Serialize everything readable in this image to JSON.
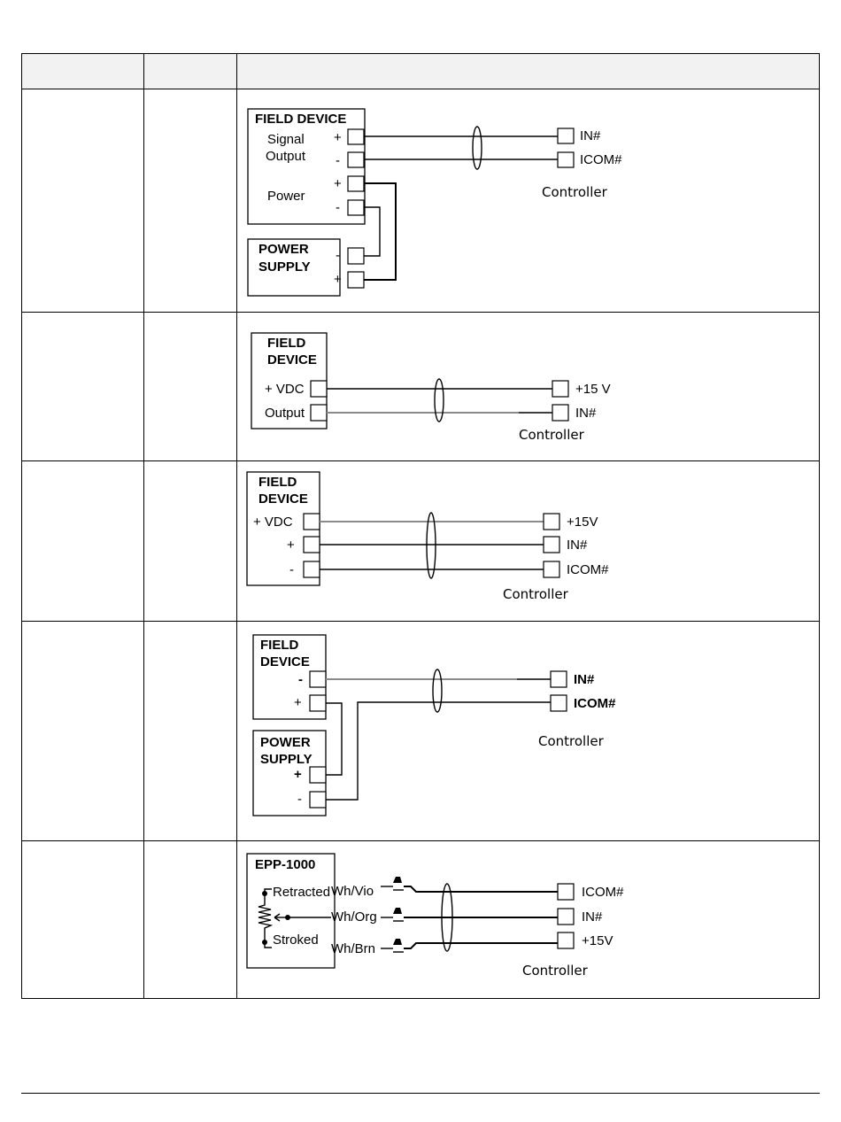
{
  "table": {
    "header": {
      "col1": "",
      "col2": "",
      "col3": ""
    },
    "rows": [
      {
        "col1": "",
        "col2": "",
        "diagram": {
          "field_device_title": "FIELD DEVICE",
          "signal_label_1": "Signal",
          "signal_label_2": "Output",
          "power_label": "Power",
          "plus": "+",
          "minus": "-",
          "power_supply_1": "POWER",
          "power_supply_2": "SUPPLY",
          "terminal_in": "IN#",
          "terminal_icom": "ICOM#",
          "controller": "Controller"
        }
      },
      {
        "col1": "",
        "col2": "",
        "diagram": {
          "field_1": "FIELD",
          "field_2": "DEVICE",
          "vdc": "+ VDC",
          "output": "Output",
          "terminal_15v": "+15 V",
          "terminal_in": "IN#",
          "controller": "Controller"
        }
      },
      {
        "col1": "",
        "col2": "",
        "diagram": {
          "field_1": "FIELD",
          "field_2": "DEVICE",
          "vdc": "+ VDC",
          "plus": "+",
          "minus": "-",
          "terminal_15v": "+15V",
          "terminal_in": "IN#",
          "terminal_icom": "ICOM#",
          "controller": "Controller"
        }
      },
      {
        "col1": "",
        "col2": "",
        "diagram": {
          "field_1": "FIELD",
          "field_2": "DEVICE",
          "plus": "+",
          "minus": "-",
          "power_supply_1": "POWER",
          "power_supply_2": "SUPPLY",
          "terminal_in": "IN#",
          "terminal_icom": "ICOM#",
          "controller": "Controller"
        }
      },
      {
        "col1": "",
        "col2": "",
        "diagram": {
          "device": "EPP-1000",
          "retracted": "Retracted",
          "stroked": "Stroked",
          "wire_vio": "Wh/Vio",
          "wire_org": "Wh/Org",
          "wire_brn": "Wh/Brn",
          "terminal_icom": "ICOM#",
          "terminal_in": "IN#",
          "terminal_15v": "+15V",
          "controller": "Controller"
        }
      }
    ]
  }
}
